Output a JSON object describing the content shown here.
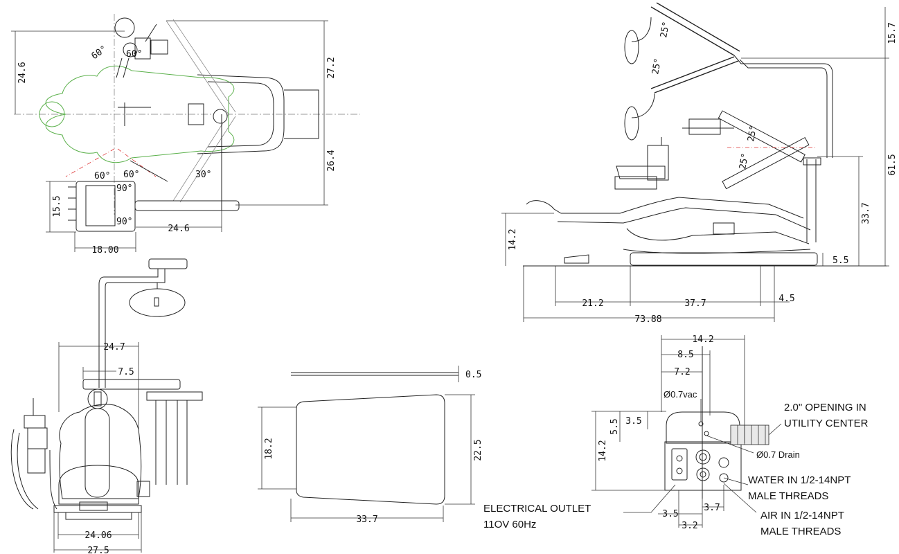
{
  "dims": {
    "top": {
      "d24_6_v": "24.6",
      "d27_2": "27.2",
      "d26_4": "26.4",
      "d15_5": "15.5",
      "d18_00": "18.00",
      "d24_6_h": "24.6"
    },
    "side": {
      "d15_7": "15.7",
      "d61_5": "61.5",
      "d33_7": "33.7",
      "d5_5": "5.5",
      "d14_2": "14.2",
      "d21_2": "21.2",
      "d37_7": "37.7",
      "d4_5": "4.5",
      "d73_88": "73.88"
    },
    "front": {
      "d24_7": "24.7",
      "d7_5": "7.5",
      "d24_06": "24.06",
      "d27_5": "27.5"
    },
    "mat": {
      "d0_5": "0.5",
      "d18_2": "18.2",
      "d22_5": "22.5",
      "d33_7": "33.7"
    },
    "utility": {
      "d14_2_top": "14.2",
      "d8_5": "8.5",
      "d7_2": "7.2",
      "d5_5": "5.5",
      "d3_5_left": "3.5",
      "d14_2_left": "14.2",
      "d3_5_bottom": "3.5",
      "d3_7": "3.7",
      "d3_2": "3.2"
    }
  },
  "angles": {
    "a60": "60°",
    "a30": "30°",
    "a90": "90°",
    "a25": "25°"
  },
  "labels": {
    "vac": "Ø0.7vac",
    "drain": "Ø0.7 Drain",
    "opening_1": "2.0\" OPENING IN",
    "opening_2": "UTILITY CENTER",
    "water_1": "WATER IN  1/2-14NPT",
    "water_2": "MALE THREADS",
    "air_1": "AIR IN  1/2-14NPT",
    "air_2": "MALE THREADS",
    "elec_1": "ELECTRICAL  OUTLET",
    "elec_2": "11OV  60Hz"
  },
  "colors": {
    "line": "#222222",
    "outline_patient": "#5ab04a",
    "reach_line": "#dd3333"
  }
}
